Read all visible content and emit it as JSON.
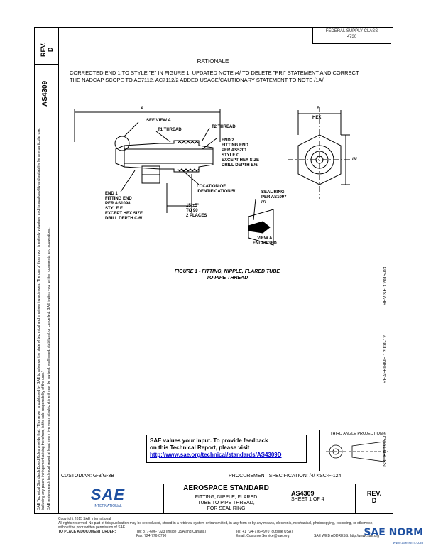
{
  "fsc": "FEDERAL SUPPLY CLASS\n4730",
  "rev_header": {
    "label": "REV.",
    "value": "D"
  },
  "doc_number": "AS4309",
  "left_margin_text": "SAE Technical Standards Board Rules provide that: \"This report is published by SAE to advance the state of technical and engineering sciences. The use of this report is entirely voluntary, and its applicability and suitability for any particular use, including any patent infringement arising therefrom, is the sole responsibility of the user.\"",
  "left_margin_text2": "SAE reviews each technical report at least every five years at which time it may be revised, reaffirmed, stabilized, or cancelled. SAE invites your written comments and suggestions.",
  "rationale": {
    "heading": "RATIONALE",
    "text": "CORRECTED END 1 TO STYLE \"E\" IN FIGURE 1. UPDATED NOTE /4/ TO DELETE \"PRI\" STATEMENT AND CORRECT THE NADCAP SCOPE TO AC7112. AC7112/2 ADDED USAGE/CAUTIONARY STATEMENT TO NOTE /1A/."
  },
  "figure": {
    "caption_line1": "FIGURE 1 - FITTING, NIPPLE, FLARED TUBE",
    "caption_line2": "TO PIPE THREAD",
    "labels": {
      "a": "A",
      "e": "E",
      "hex": "HEX",
      "see_view_a": "SEE VIEW A",
      "t1_thread": "T1 THREAD",
      "t2_thread": "T2 THREAD",
      "end2": "END 2\nFITTING END\nPER AS5201\nSTYLE C\nEXCEPT HEX SIZE\nDRILL DEPTH B/6/",
      "end1": "END 1\nFITTING END\nPER AS1098\nSTYLE E\nEXCEPT HEX SIZE\nDRILL DEPTH C/6/",
      "location_id": "LOCATION OF\nIDENTIFICATION/5/",
      "angle": "15°±5°\nTO 90\n2 PLACES",
      "seal_ring": "SEAL RING\nPER AS1097\n/7/",
      "view_a": "VIEW A\nENLARGED",
      "dim8": "/8/"
    }
  },
  "right_margin": {
    "issued": "ISSUED 1995-06",
    "reaffirmed": "REAFFIRMED 2001-12",
    "revised": "REVISED 2015-03"
  },
  "feedback": {
    "line1": "SAE values your input. To provide feedback",
    "line2": "on this Technical Report, please visit",
    "link": "http://www.sae.org/technical/standards/AS4309D"
  },
  "third_angle": "THIRD ANGLE PROJECTION",
  "custodian": "CUSTODIAN: G-3/G-3B",
  "procurement": "PROCUREMENT SPECIFICATION: /4/ KSC-F-124",
  "title_block": {
    "logo": "SAE",
    "logo_sub": "INTERNATIONAL",
    "heading": "AEROSPACE STANDARD",
    "title": "FITTING, NIPPLE, FLARED\nTUBE TO PIPE THREAD,\nFOR SEAL RING",
    "doc": "AS4309",
    "sheet": "SHEET 1 OF 4",
    "rev_label": "REV.",
    "rev": "D"
  },
  "footer": {
    "copyright": "Copyright 2015 SAE International",
    "rights": "All rights reserved. No part of this publication may be reproduced, stored in a retrieval system or transmitted, in any form or by any means, electronic, mechanical, photocopying, recording, or otherwise, without the prior written permission of SAE.",
    "order_label": "TO PLACE A DOCUMENT ORDER:",
    "tel1": "Tel: 877-606-7323 (inside USA and Canada)",
    "tel2": "Tel: +1 724-776-4970 (outside USA)",
    "fax": "Fax: 724-776-0790",
    "email": "Email: CustomerService@sae.org",
    "web": "SAE WEB ADDRESS: http://www.sae.org"
  },
  "watermark": "SAE NORM",
  "watermark_sub": "www.saenorm.com"
}
